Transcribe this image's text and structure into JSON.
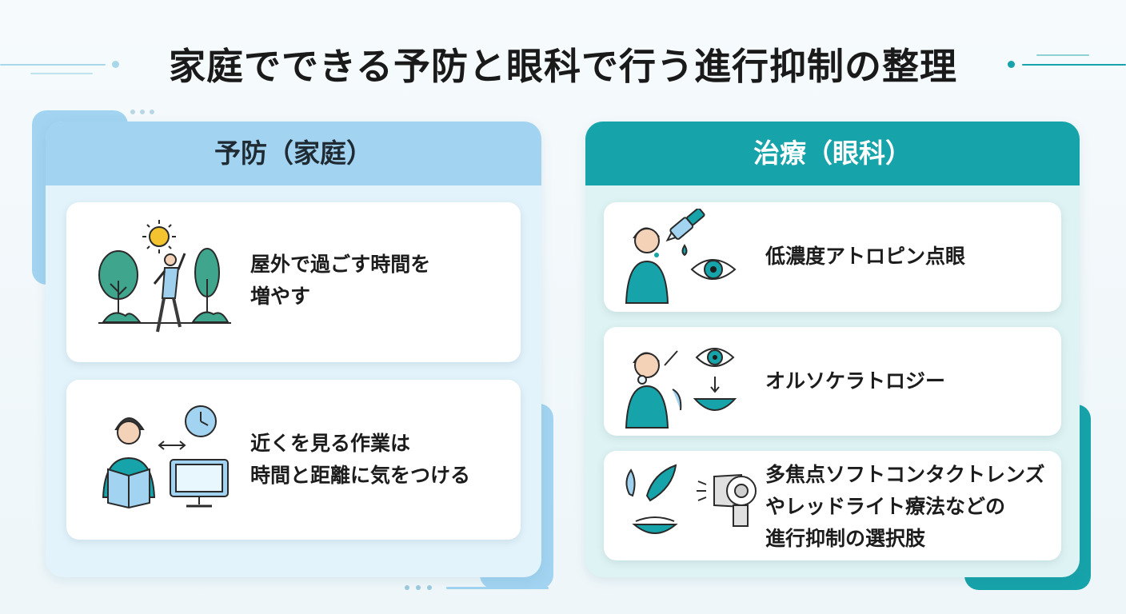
{
  "title": "家庭でできる予防と眼科で行う進行抑制の整理",
  "colors": {
    "left_header": "#a2d4f1",
    "right_header": "#16a3a9",
    "left_panel_bg": "#e3f3fb",
    "right_panel_bg": "#def3f3",
    "accent_teal": "#16a3a9"
  },
  "left_panel": {
    "header": "予防（家庭）",
    "cards": [
      {
        "icon": "outdoor-sun-trees-icon",
        "lines": [
          "屋外で過ごす時間を",
          "増やす"
        ]
      },
      {
        "icon": "reading-screen-clock-icon",
        "lines": [
          "近くを見る作業は",
          "時間と距離に気をつける"
        ]
      }
    ]
  },
  "right_panel": {
    "header": "治療（眼科）",
    "cards": [
      {
        "icon": "eye-drops-icon",
        "lines": [
          "低濃度アトロピン点眼"
        ]
      },
      {
        "icon": "ortho-k-lens-icon",
        "lines": [
          "オルソケラトロジー"
        ]
      },
      {
        "icon": "contact-lens-red-light-icon",
        "lines": [
          "多焦点ソフトコンタクトレンズ",
          "やレッドライト療法などの",
          "進行抑制の選択肢"
        ]
      }
    ]
  }
}
